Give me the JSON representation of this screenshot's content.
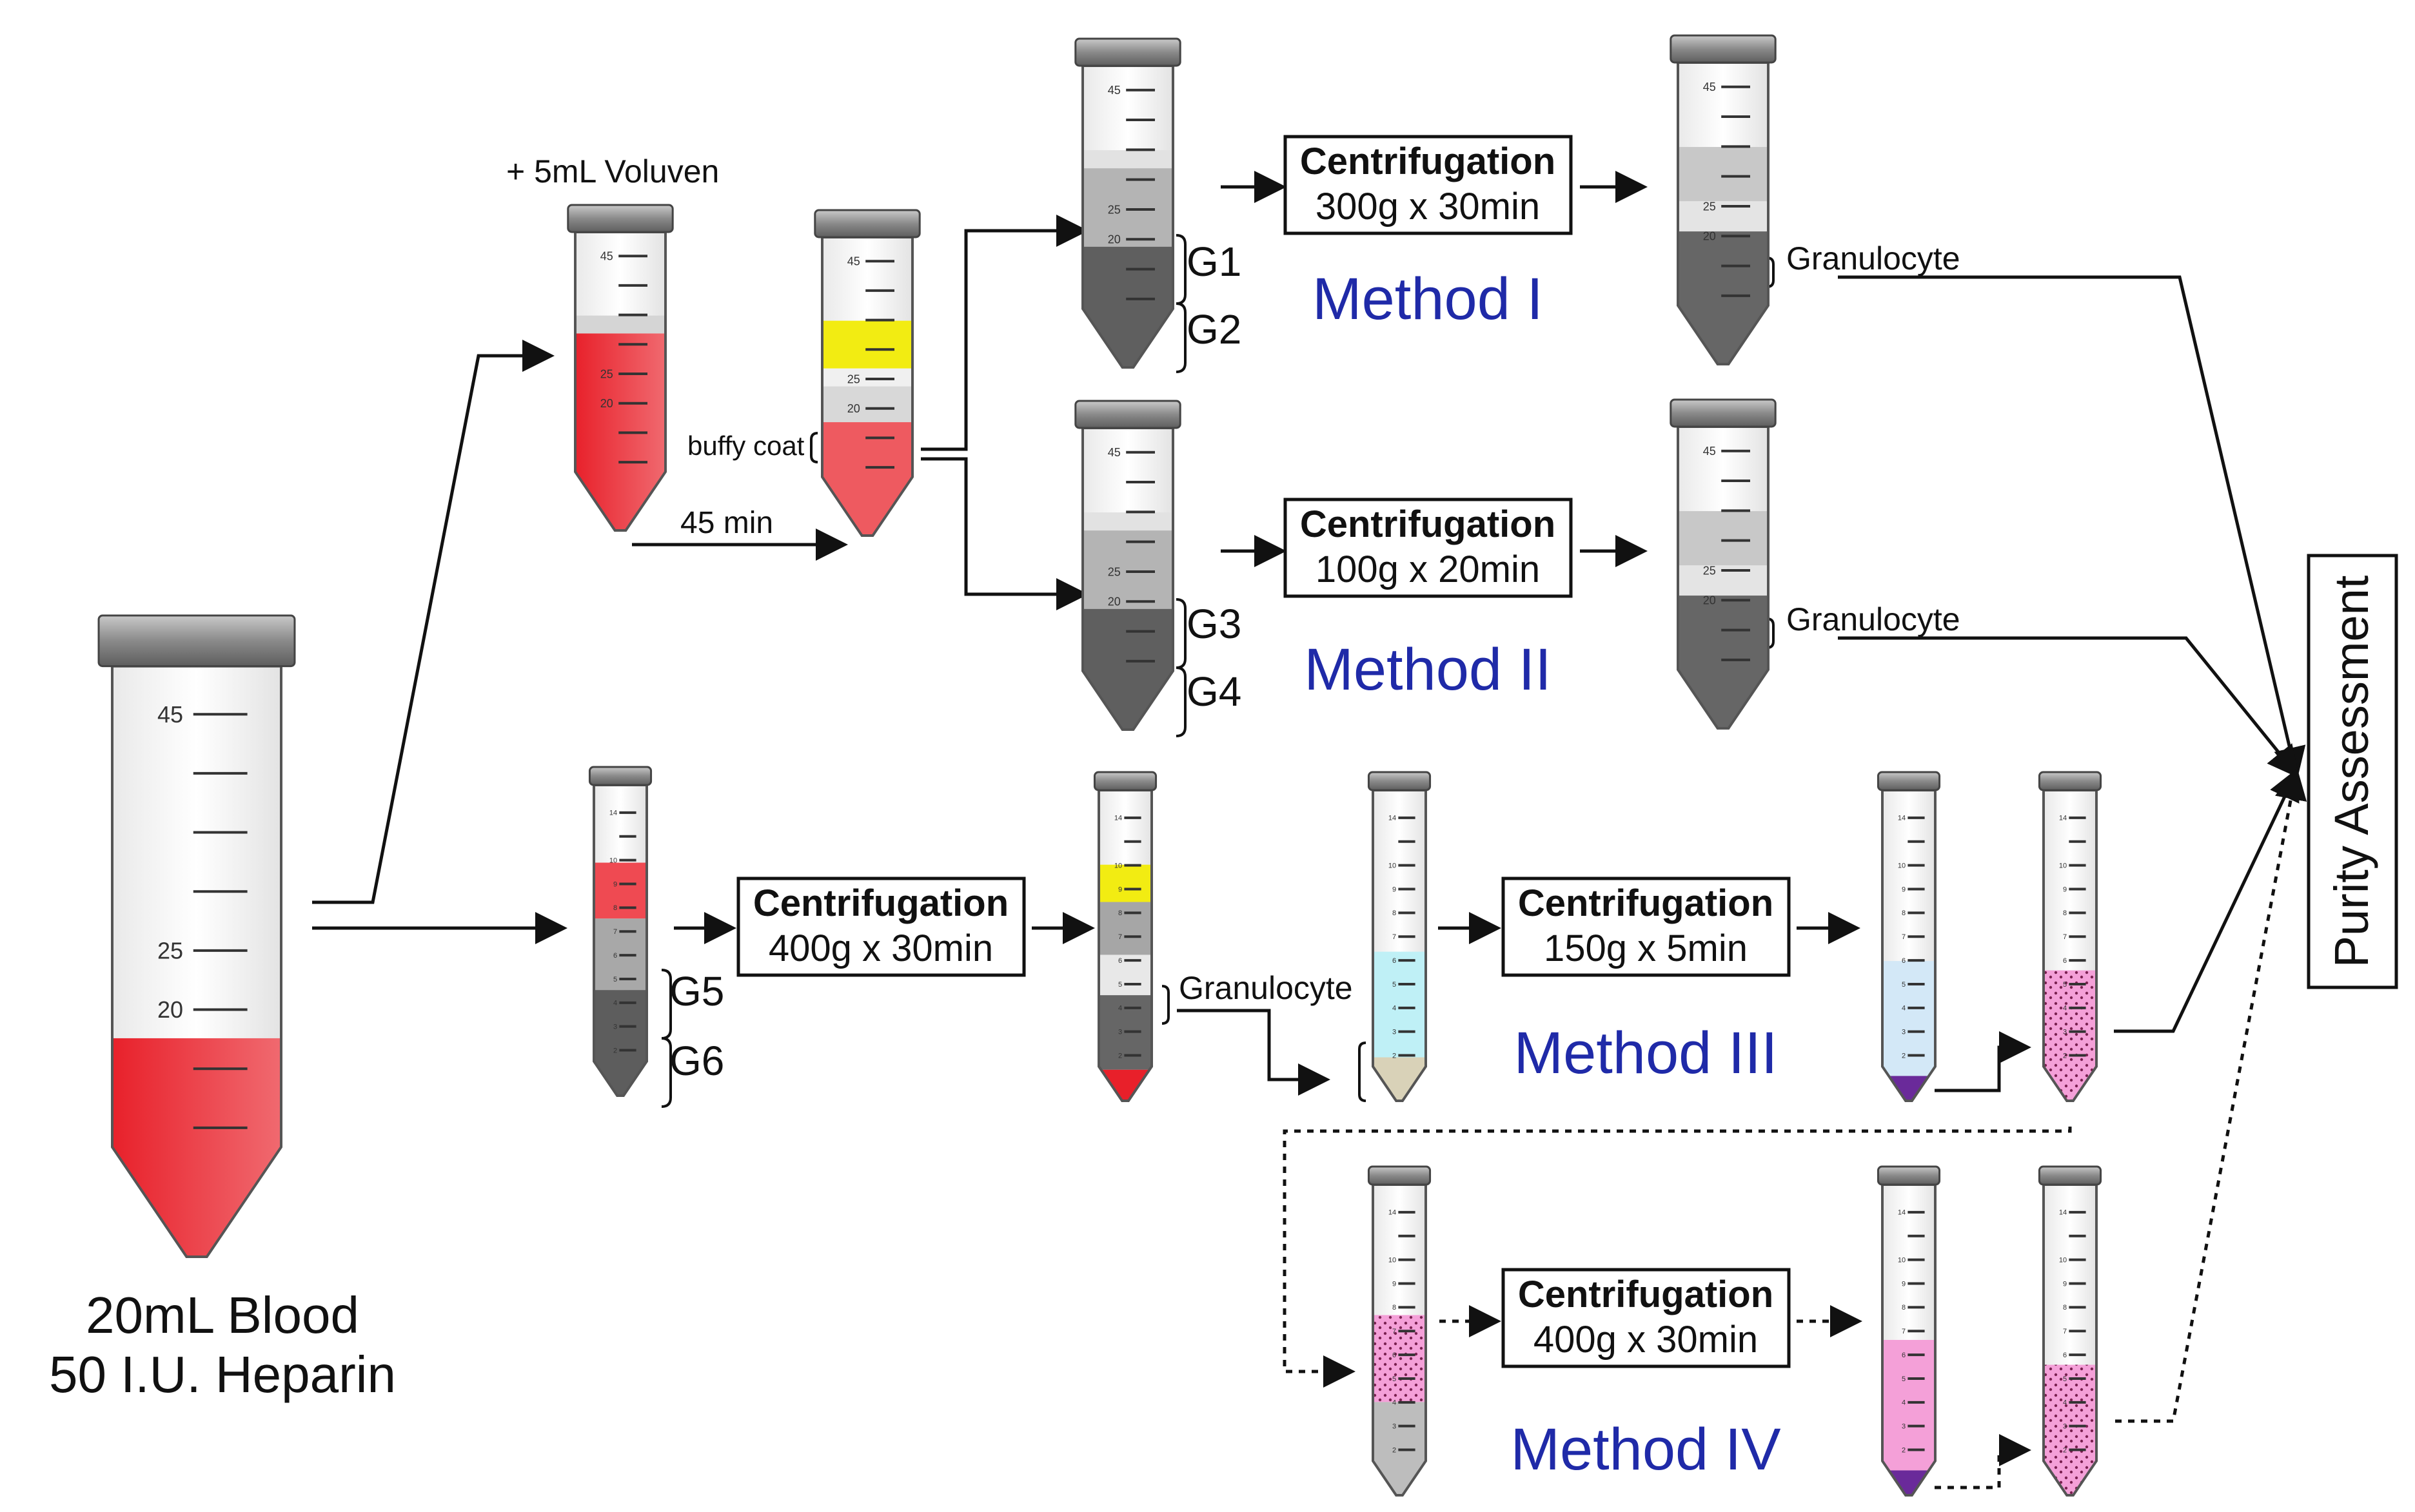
{
  "colors": {
    "blood_red": "#e8202a",
    "plasma_yellow": "#f2ec12",
    "cyan_media": "#bff0f6",
    "light_blue_media": "#d3e8f7",
    "pink_media": "#f4a0d8",
    "purple_pellet": "#6a2a9a",
    "method_blue": "#1f2aa8"
  },
  "labels": {
    "voluven": "+ 5mL Voluven",
    "time_45": "45 min",
    "buffy_coat": "buffy coat",
    "blood_line1": "20mL Blood",
    "blood_line2": "50 I.U. Heparin",
    "g1": "G1",
    "g2": "G2",
    "g3": "G3",
    "g4": "G4",
    "g5": "G5",
    "g6": "G6",
    "granulocyte": "Granulocyte",
    "purity": "Purity Assessment"
  },
  "tube_scale": {
    "large": [
      "45",
      "25",
      "20"
    ],
    "small": [
      "14",
      "10",
      "9",
      "8",
      "7",
      "6",
      "5",
      "4",
      "3",
      "2"
    ]
  },
  "boxes": [
    {
      "title": "Centrifugation",
      "detail": "300g x 30min"
    },
    {
      "title": "Centrifugation",
      "detail": "100g x 20min"
    },
    {
      "title": "Centrifugation",
      "detail": "400g x 30min"
    },
    {
      "title": "Centrifugation",
      "detail": "150g x 5min"
    },
    {
      "title": "Centrifugation",
      "detail": "400g x 30min"
    }
  ],
  "methods": [
    "Method I",
    "Method II",
    "Method III",
    "Method IV"
  ]
}
